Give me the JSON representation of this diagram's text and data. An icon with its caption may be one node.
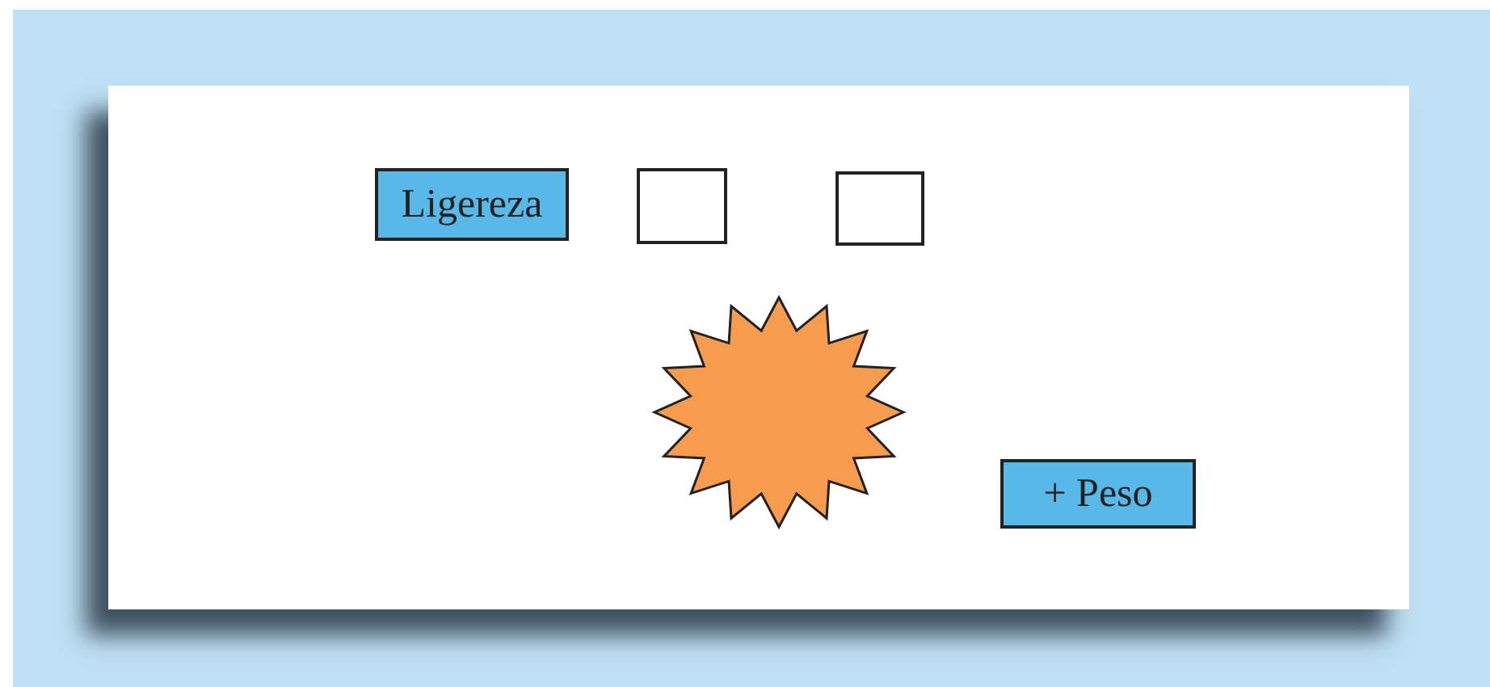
{
  "diagram": {
    "nodes": [
      {
        "text": [
          "Ligereza"
        ]
      },
      {
        "text": [],
        "shape": "box"
      },
      {
        "text": [],
        "shape": "box"
      },
      {
        "text": [],
        "shape": "star"
      },
      {
        "text": [
          "+ Peso"
        ]
      }
    ]
  }
}
